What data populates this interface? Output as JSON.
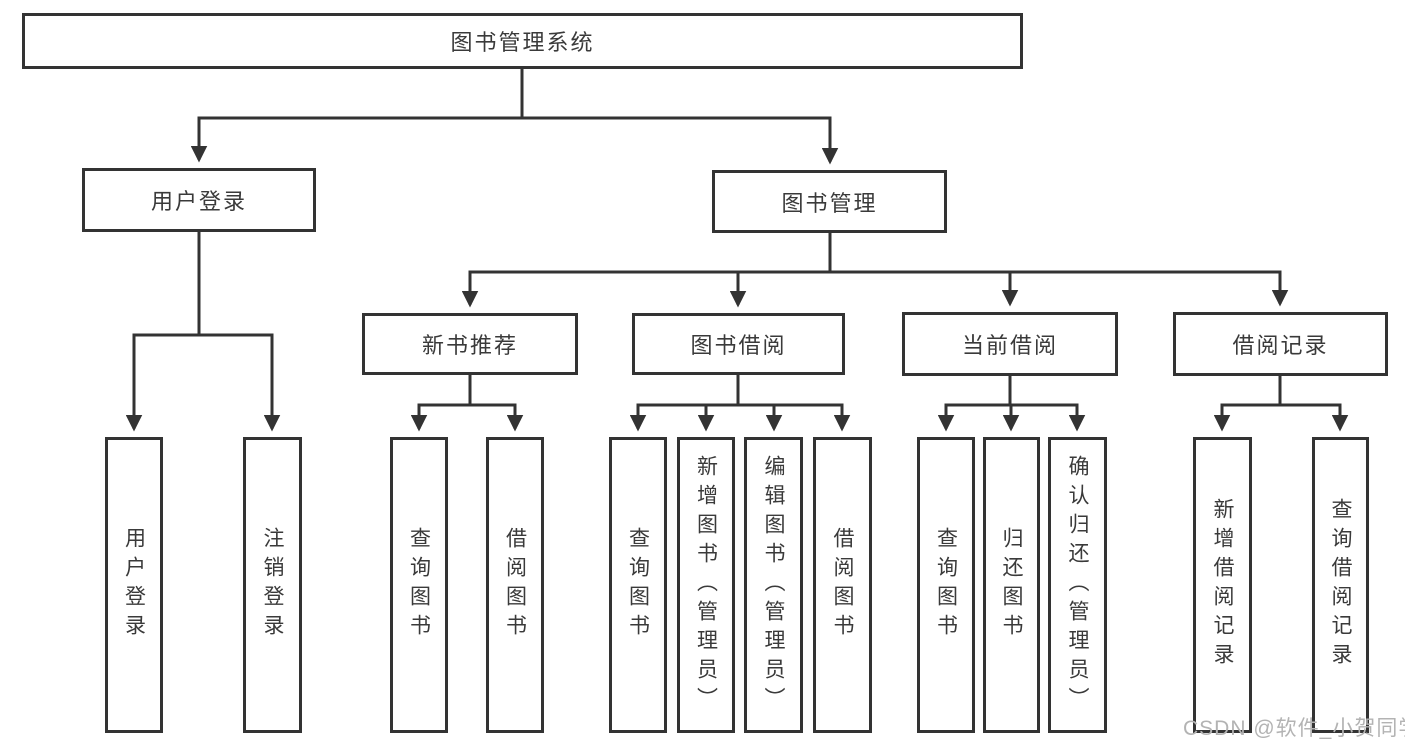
{
  "diagram_type": "hierarchy-tree",
  "tree": {
    "label": "图书管理系统",
    "children": [
      {
        "label": "用户登录",
        "children": [
          {
            "label": "用户登录"
          },
          {
            "label": "注销登录"
          }
        ]
      },
      {
        "label": "图书管理",
        "children": [
          {
            "label": "新书推荐",
            "children": [
              {
                "label": "查询图书"
              },
              {
                "label": "借阅图书"
              }
            ]
          },
          {
            "label": "图书借阅",
            "children": [
              {
                "label": "查询图书"
              },
              {
                "label": "新增图书（管理员）"
              },
              {
                "label": "编辑图书（管理员）"
              },
              {
                "label": "借阅图书"
              }
            ]
          },
          {
            "label": "当前借阅",
            "children": [
              {
                "label": "查询图书"
              },
              {
                "label": "归还图书"
              },
              {
                "label": "确认归还（管理员）"
              }
            ]
          },
          {
            "label": "借阅记录",
            "children": [
              {
                "label": "新增借阅记录"
              },
              {
                "label": "查询借阅记录"
              }
            ]
          }
        ]
      }
    ]
  },
  "watermark": {
    "text": "CSDN @软件_小贺同学"
  },
  "colors": {
    "line": "#333333",
    "box_border": "#333333",
    "text": "#3a3a3a",
    "watermark": "#b3b3b3",
    "background": "#ffffff"
  }
}
